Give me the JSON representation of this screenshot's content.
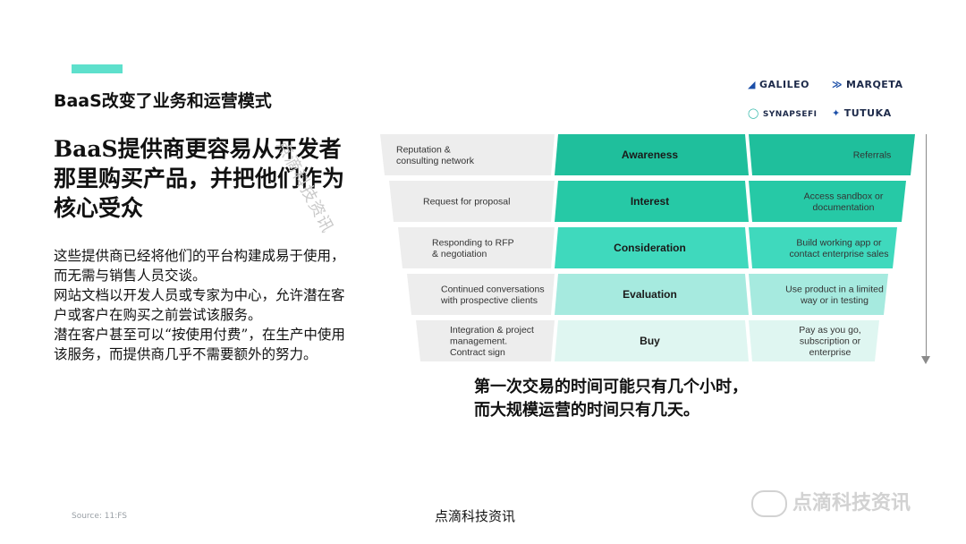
{
  "section_title": "BaaS改变了业务和运营模式",
  "headline": "BaaS提供商更容易从开发者那里购买产品，并把他们作为核心受众",
  "body": [
    "这些提供商已经将他们的平台构建成易于使用，而无需与销售人员交谈。",
    "网站文档以开发人员或专家为中心，允许潜在客户或客户在购买之前尝试该服务。",
    "潜在客户甚至可以“按使用付费”，在生产中使用该服务，而提供商几乎不需要额外的努力。"
  ],
  "watermark_diag": "点滴科技资讯",
  "logos": {
    "galileo": "GALILEO",
    "marqeta": "MARQETA",
    "synapse": "SYNAPSEFI",
    "tutuka": "TUTUKA"
  },
  "funnel": {
    "rows": [
      {
        "left": [
          "Reputation &",
          "consulting network"
        ],
        "stage": "Awareness",
        "right": [
          "Referrals"
        ],
        "stage_color": "#1fbf9c",
        "right_color": "#1fbf9c"
      },
      {
        "left": [
          "Request for proposal"
        ],
        "stage": "Interest",
        "right": [
          "Access sandbox or",
          "documentation"
        ],
        "stage_color": "#26c9a6",
        "right_color": "#26c9a6"
      },
      {
        "left": [
          "Responding to RFP",
          "& negotiation"
        ],
        "stage": "Consideration",
        "right": [
          "Build working app or",
          "contact enterprise sales"
        ],
        "stage_color": "#3fd9bd",
        "right_color": "#3fd9bd"
      },
      {
        "left": [
          "Continued conversations",
          "with prospective clients"
        ],
        "stage": "Evaluation",
        "right": [
          "Use product in a limited",
          "way or in testing"
        ],
        "stage_color": "#a6eadf",
        "right_color": "#a6eadf"
      },
      {
        "left": [
          "Integration & project",
          "management.",
          "Contract sign"
        ],
        "stage": "Buy",
        "right": [
          "Pay as you go,",
          "subscription or",
          "enterprise"
        ],
        "stage_color": "#dff6f1",
        "right_color": "#dff6f1"
      }
    ],
    "left_color": "#ededed"
  },
  "caption": [
    "第一次交易的时间可能只有几个小时，",
    "而大规模运营的时间只有几天。"
  ],
  "source": "Source: 11:FS",
  "footer": "点滴科技资讯",
  "brand_mark": "点滴科技资讯"
}
